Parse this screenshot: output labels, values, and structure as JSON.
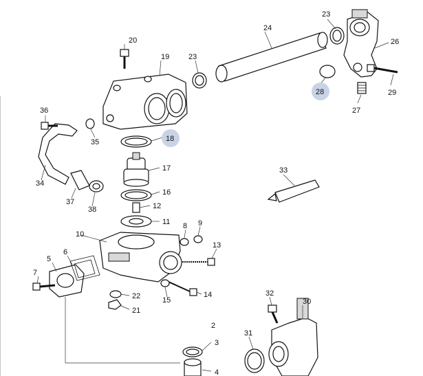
{
  "diagram": {
    "labels": [
      "2",
      "3",
      "4",
      "5",
      "6",
      "7",
      "8",
      "9",
      "10",
      "11",
      "12",
      "13",
      "14",
      "15",
      "16",
      "17",
      "18",
      "19",
      "20",
      "21",
      "22",
      "23",
      "24",
      "26",
      "27",
      "28",
      "29",
      "30",
      "31",
      "32",
      "33",
      "34",
      "35",
      "36",
      "37",
      "38"
    ],
    "highlighted": [
      "18",
      "28"
    ],
    "colors": {
      "line": "#111111",
      "highlight_circle": "#c9d3e6",
      "highlight_text": "#3b4a73"
    }
  }
}
